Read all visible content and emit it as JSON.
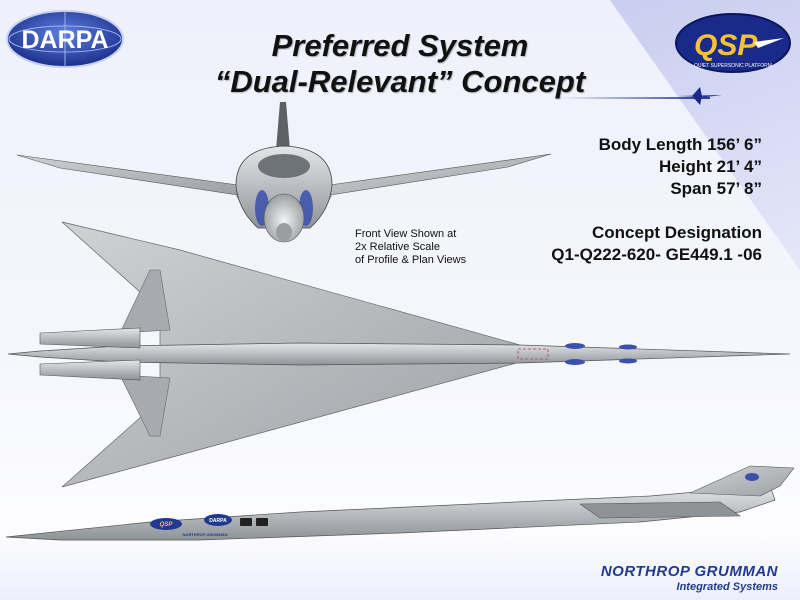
{
  "logos": {
    "darpa": "DARPA",
    "qsp_main": "QSP",
    "qsp_sub": "QUIET SUPERSONIC PLATFORM"
  },
  "title": {
    "line1": "Preferred System",
    "line2": "“Dual-Relevant” Concept"
  },
  "specs": {
    "body_length": "Body Length 156’ 6”",
    "height": "Height 21’ 4”",
    "span": "Span 57’ 8”",
    "designation_label": "Concept Designation",
    "designation_value": "Q1-Q222-620- GE449.1 -06"
  },
  "note": {
    "line1": "Front View Shown at",
    "line2": "2x Relative Scale",
    "line3": "of Profile & Plan Views"
  },
  "markings": {
    "darpa": "DARPA",
    "qsp": "QSP",
    "northrop": "NORTHROP GRUMMAN"
  },
  "footer": {
    "company": "NORTHROP GRUMMAN",
    "division": "Integrated Systems"
  },
  "colors": {
    "brand_blue": "#1f3a8f",
    "fuselage_gray": "#b8bcc0",
    "title_text": "#111111"
  }
}
